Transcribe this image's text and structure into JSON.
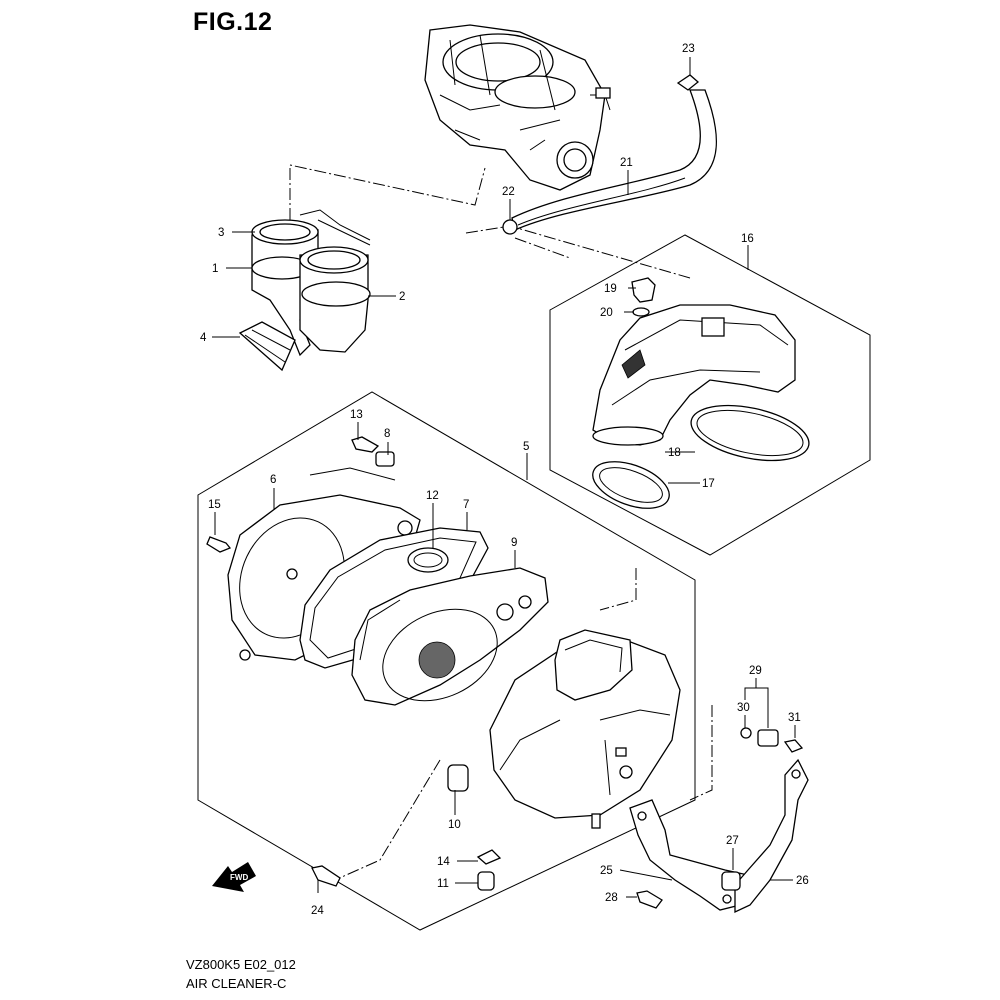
{
  "figure": {
    "title": "FIG.12"
  },
  "footer": {
    "model_code": "VZ800K5 E02_012",
    "section_name": "AIR CLEANER-C"
  },
  "fwd_arrow": {
    "label": "FWD"
  },
  "callouts": {
    "p1": "1",
    "p2": "2",
    "p3": "3",
    "p4": "4",
    "p5": "5",
    "p6": "6",
    "p7": "7",
    "p8": "8",
    "p9": "9",
    "p10": "10",
    "p11": "11",
    "p12": "12",
    "p13": "13",
    "p14": "14",
    "p15": "15",
    "p16": "16",
    "p17": "17",
    "p18": "18",
    "p19": "19",
    "p20": "20",
    "p21": "21",
    "p22": "22",
    "p23": "23",
    "p24": "24",
    "p25": "25",
    "p26": "26",
    "p27": "27",
    "p28": "28",
    "p29": "29",
    "p30": "30",
    "p31": "31"
  }
}
